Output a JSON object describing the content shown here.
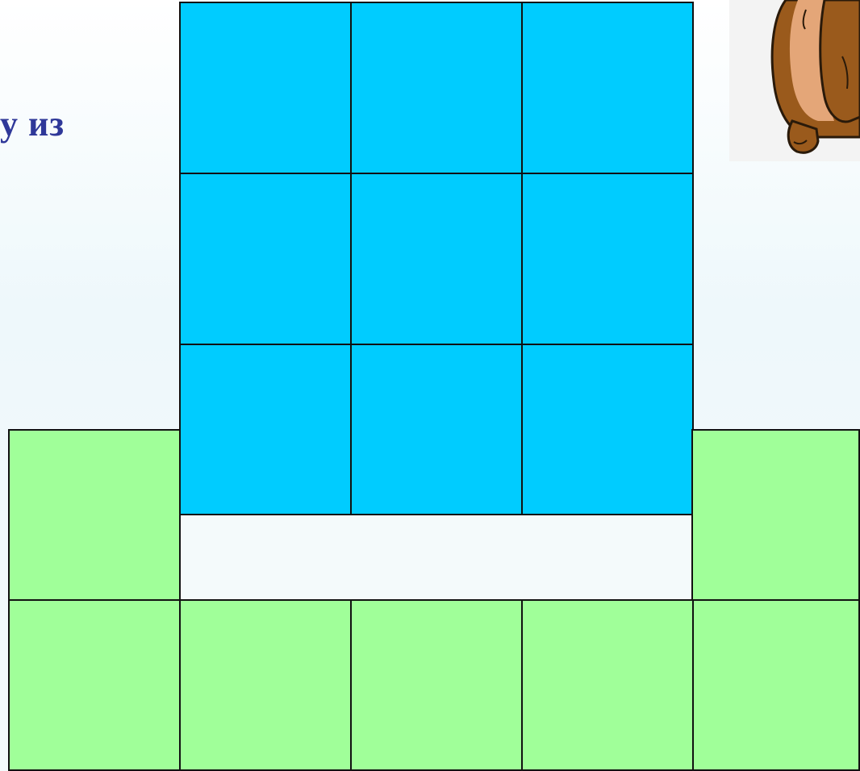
{
  "title_fragment": "у из",
  "illustration": {
    "name": "cartoon-bear",
    "colors": {
      "fur": "#9a5a1c",
      "belly": "#e4a678",
      "outline": "#2a1a0a",
      "background": "#f3f3f3"
    }
  },
  "colors": {
    "blue_tile": "#00ccff",
    "green_tile": "#a0ff99",
    "tile_border": "#111111",
    "title_text": "#2f3899",
    "empty_slot": "#f4fafb"
  },
  "blue_grid": {
    "rows": 3,
    "columns": 3,
    "tile_count": 9
  },
  "green_tiles": {
    "bottom_row_count": 5,
    "side_tile_count": 2,
    "tile_count": 7
  }
}
